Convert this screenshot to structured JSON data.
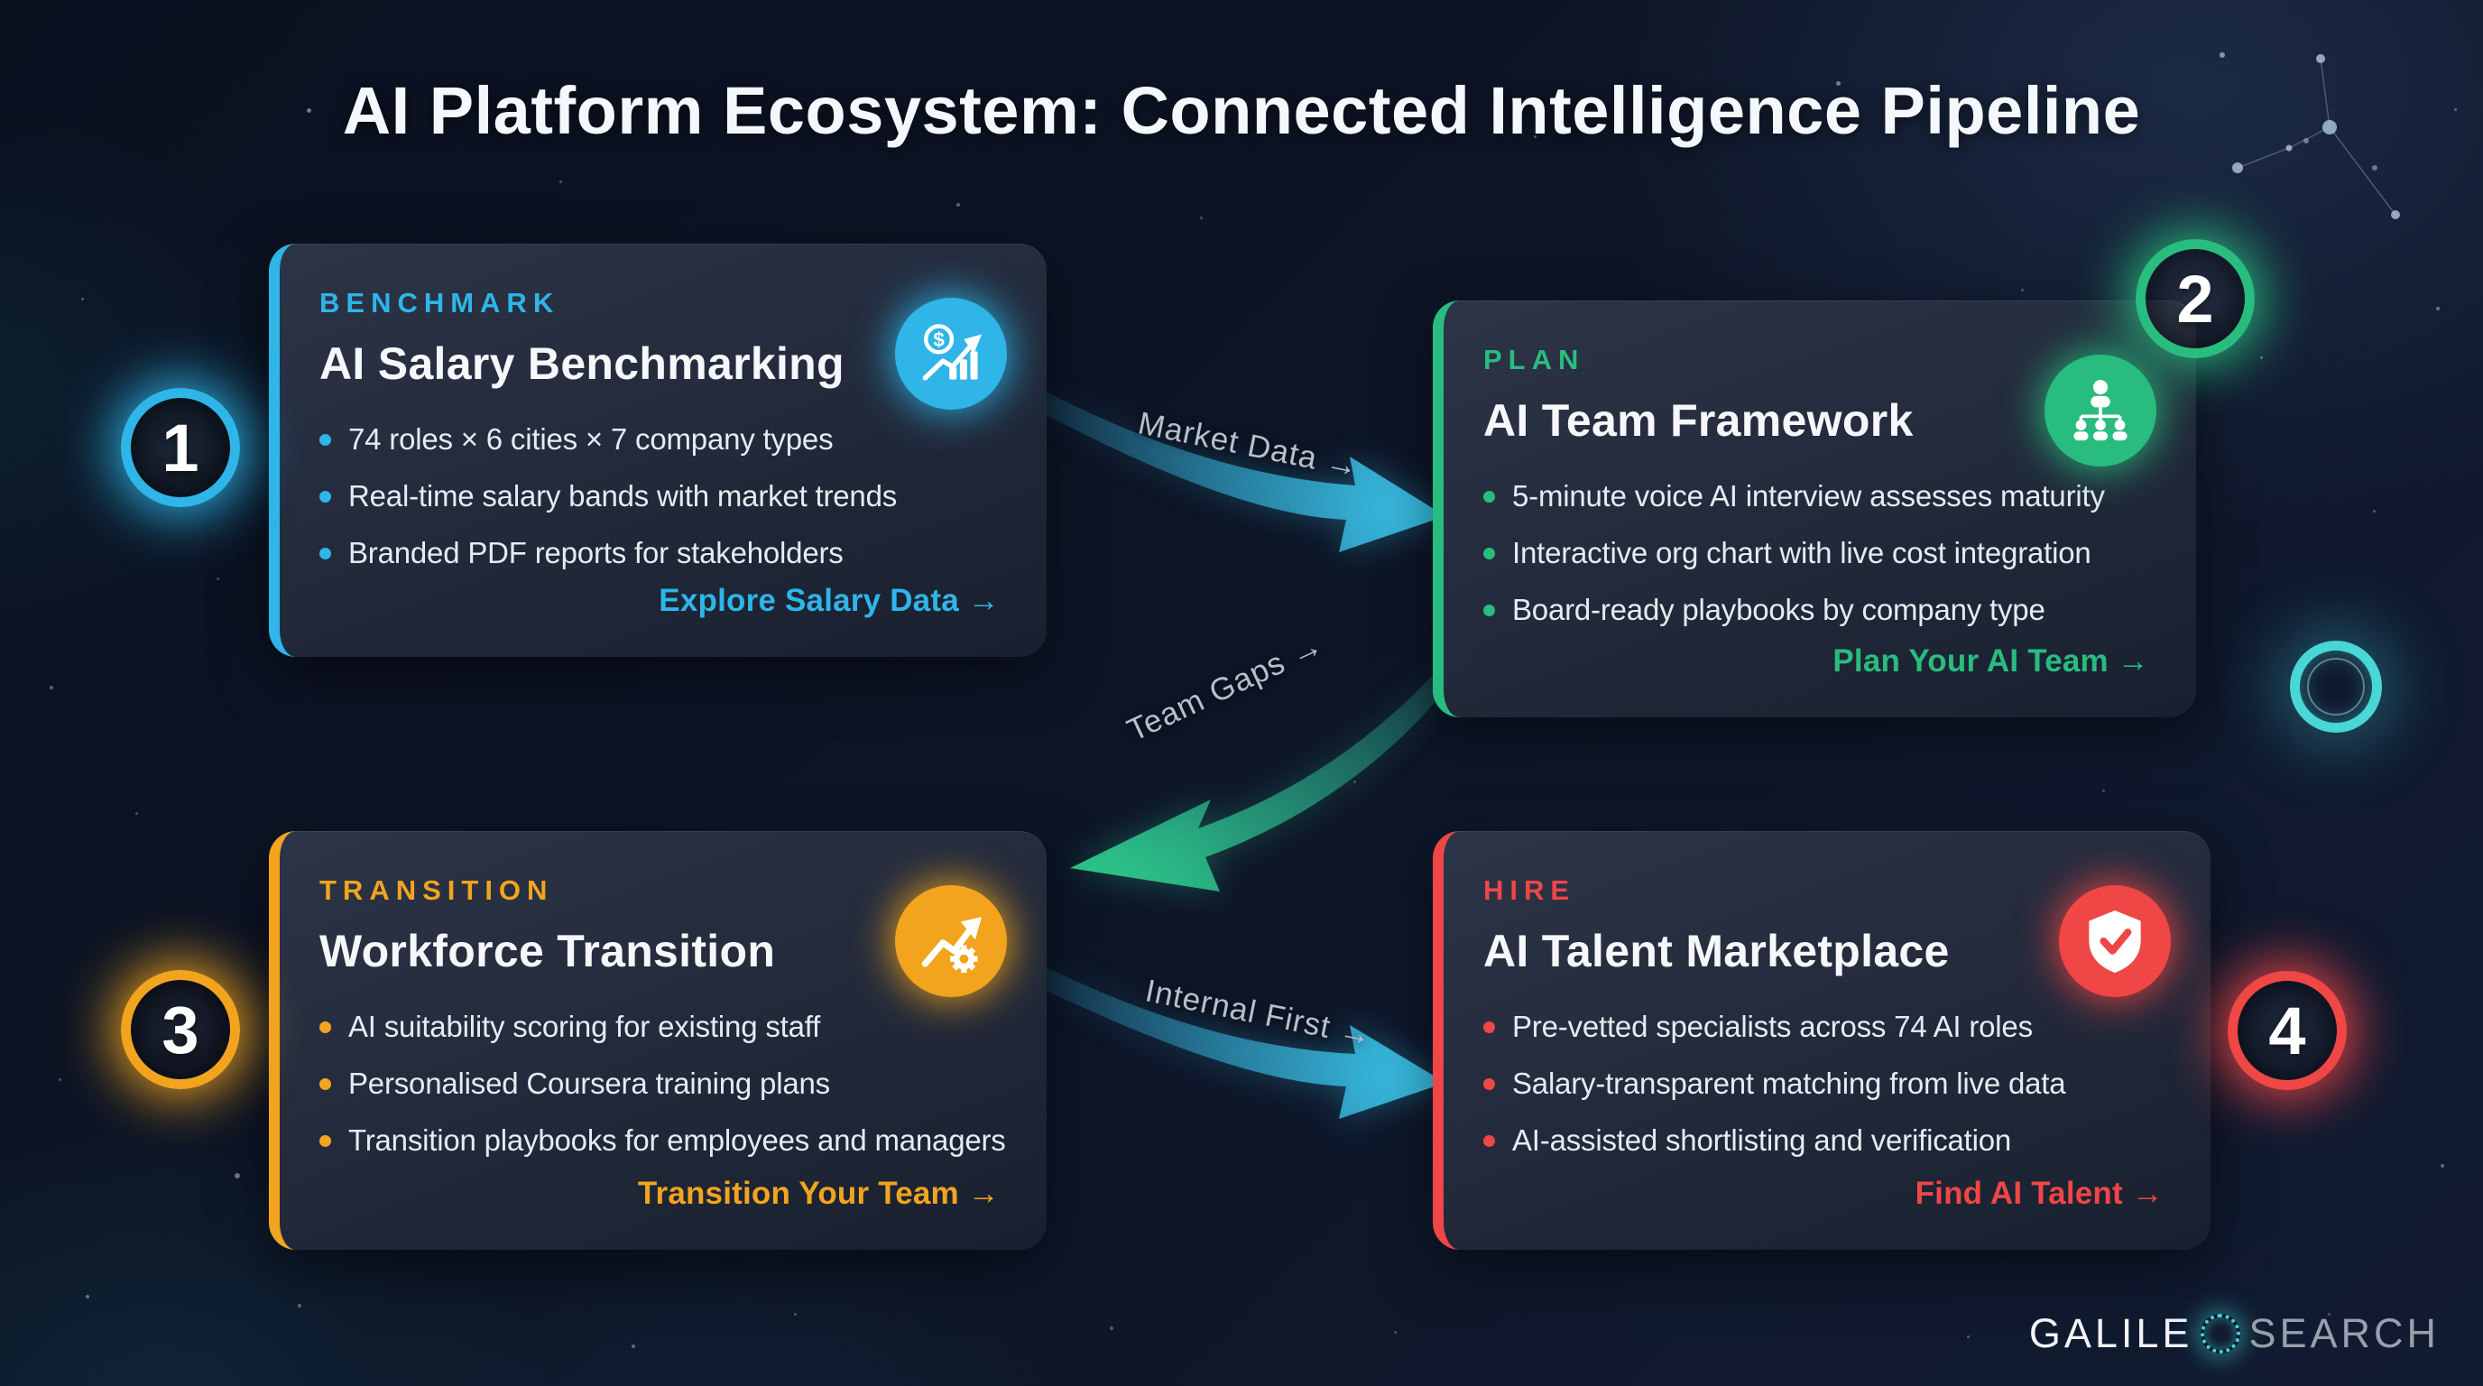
{
  "title": "AI Platform Ecosystem: Connected Intelligence Pipeline",
  "cards": [
    {
      "step": "1",
      "eyebrow": "BENCHMARK",
      "title": "AI Salary Benchmarking",
      "icon": "salary-growth-icon",
      "accent": "#2fb5e8",
      "bullets": [
        "74 roles × 6 cities × 7 company types",
        "Real-time salary bands with market trends",
        "Branded PDF reports for stakeholders"
      ],
      "cta": "Explore Salary Data →"
    },
    {
      "step": "2",
      "eyebrow": "PLAN",
      "title": "AI Team Framework",
      "icon": "org-chart-icon",
      "accent": "#29bc7f",
      "bullets": [
        "5-minute voice AI interview assesses maturity",
        "Interactive org chart with live cost integration",
        "Board-ready playbooks by company type"
      ],
      "cta": "Plan Your AI Team →"
    },
    {
      "step": "3",
      "eyebrow": "TRANSITION",
      "title": "Workforce Transition",
      "icon": "growth-gear-icon",
      "accent": "#f2a41f",
      "bullets": [
        "AI suitability scoring for existing staff",
        "Personalised Coursera training plans",
        "Transition playbooks for employees and managers"
      ],
      "cta": "Transition Your Team →"
    },
    {
      "step": "4",
      "eyebrow": "HIRE",
      "title": "AI Talent Marketplace",
      "icon": "shield-check-icon",
      "accent": "#ef4646",
      "bullets": [
        "Pre-vetted specialists across 74 AI roles",
        "Salary-transparent matching from live data",
        "AI-assisted shortlisting and verification"
      ],
      "cta": "Find AI Talent →"
    }
  ],
  "arrows": [
    {
      "label": "Market Data →",
      "color": "#3cc6ec"
    },
    {
      "label": "Team Gaps →",
      "color": "#2fd18e"
    },
    {
      "label": "Internal First →",
      "color": "#3cc6ec"
    }
  ],
  "logo": {
    "part1": "GALILE",
    "part2": "SEARCH"
  }
}
